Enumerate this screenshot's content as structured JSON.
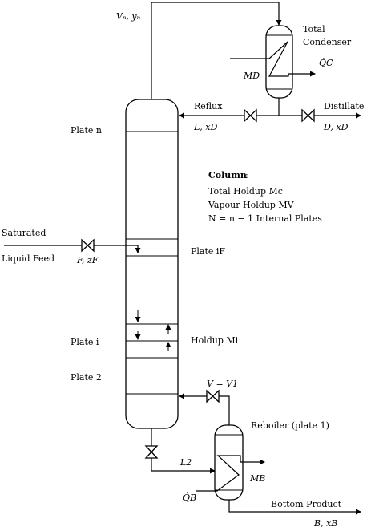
{
  "labels": {
    "vapour_top": "Vₙ, yₙ",
    "total_condenser_1": "Total",
    "total_condenser_2": "Condenser",
    "qc": "Q̇C",
    "md": "MD",
    "reflux": "Reflux",
    "reflux_flow": "L, xD",
    "distillate": "Distillate",
    "distillate_flow": "D, xD",
    "plate_n": "Plate n",
    "column_title": "Column",
    "column_colon": ":",
    "total_holdup": "Total Holdup Mc",
    "vapour_holdup": "Vapour Holdup MV",
    "internal_plates": "N = n − 1 Internal Plates",
    "feed_1": "Saturated",
    "feed_2": "Liquid Feed",
    "feed_flow": "F, zF",
    "plate_if": "Plate iF",
    "plate_i": "Plate i",
    "holdup_mi": "Holdup Mi",
    "plate_2": "Plate 2",
    "boilup": "V = V1",
    "reboiler": "Reboiler (plate 1)",
    "l2": "L2",
    "mb": "MB",
    "qb": "Q̇B",
    "bottom_product": "Bottom Product",
    "bottom_flow": "B, xB"
  }
}
